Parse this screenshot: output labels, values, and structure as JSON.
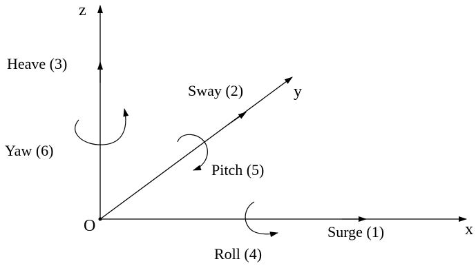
{
  "axes": {
    "x": "x",
    "y": "y",
    "z": "z",
    "origin": "O"
  },
  "motions": {
    "surge": "Surge (1)",
    "sway": "Sway (2)",
    "heave": "Heave (3)",
    "roll": "Roll (4)",
    "pitch": "Pitch (5)",
    "yaw": "Yaw (6)"
  },
  "colors": {
    "line": "#000000",
    "background": "#ffffff"
  }
}
